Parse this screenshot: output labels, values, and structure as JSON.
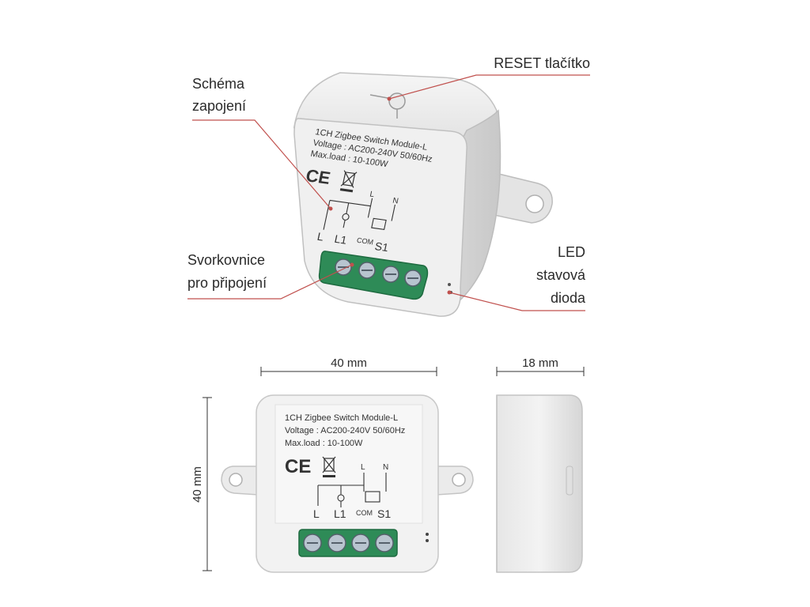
{
  "callouts": {
    "schema_line1": "Schéma",
    "schema_line2": "zapojení",
    "reset": "RESET tlačítko",
    "terminal_line1": "Svorkovnice",
    "terminal_line2": "pro připojení",
    "led_line1": "LED",
    "led_line2": "stavová",
    "led_line3": "dioda"
  },
  "device_label": {
    "line1": "1CH Zigbee Switch Module-L",
    "line2": "Voltage : AC200-240V 50/60Hz",
    "line3": "Max.load : 10-100W",
    "ce": "CE",
    "pin_l_top": "L",
    "pin_n_top": "N",
    "pin_l": "L",
    "pin_l1": "L1",
    "pin_com": "COM",
    "pin_s1": "S1"
  },
  "dimensions": {
    "width": "40 mm",
    "depth": "18 mm",
    "height": "40 mm"
  },
  "colors": {
    "callout_line": "#c0504d",
    "body_fill": "#f2f2f2",
    "body_shade": "#dcdcdc",
    "terminal_green": "#2e8b57",
    "terminal_screw": "#b8c4cf"
  }
}
